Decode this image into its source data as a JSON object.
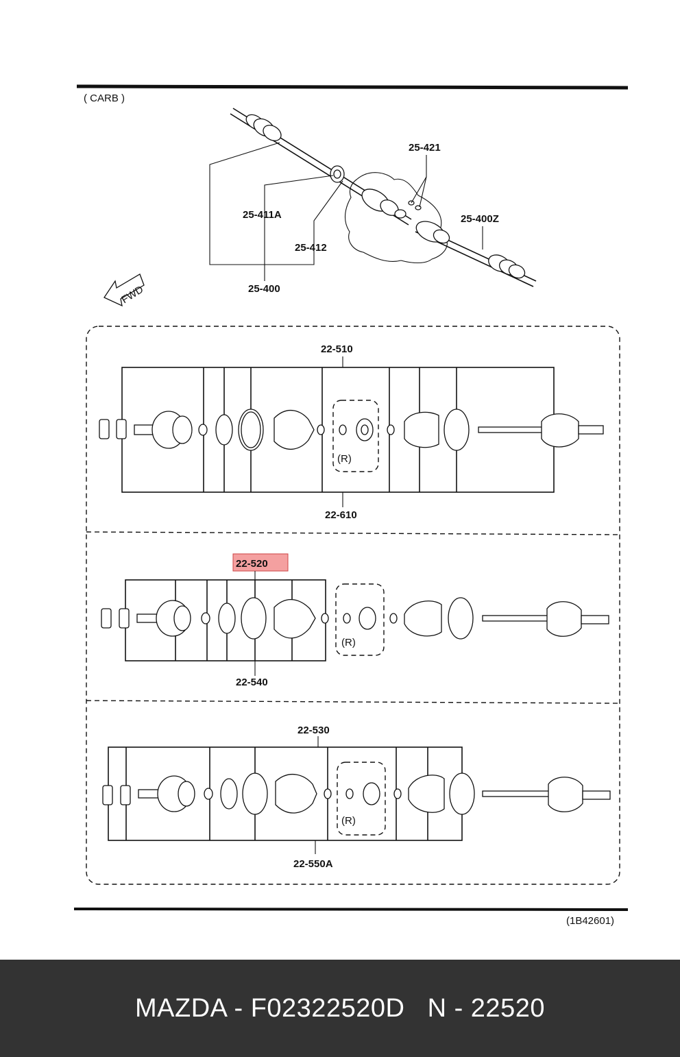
{
  "diagram": {
    "variant": "( CARB )",
    "fwd_label": "FWD",
    "figure_code": "(1B42601)",
    "top_labels": {
      "p25_421": "25-421",
      "p25_400z": "25-400Z",
      "p25_411a": "25-411A",
      "p25_412": "25-412",
      "p25_400": "25-400"
    },
    "section1": {
      "top": "22-510",
      "bottom": "22-610",
      "r": "(R)"
    },
    "section2": {
      "top": "22-520",
      "bottom": "22-540",
      "r": "(R)",
      "highlight_color": "#f4a0a0"
    },
    "section3": {
      "top": "22-530",
      "bottom": "22-550A",
      "r": "(R)"
    }
  },
  "footer": {
    "text": "MAZDA - F02322520D   N - 22520",
    "background": "#333333",
    "color": "#ffffff"
  }
}
